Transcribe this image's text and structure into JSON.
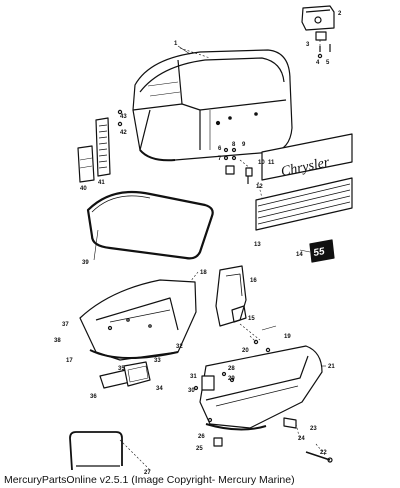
{
  "caption": "MercuryPartsOnline v2.5.1 (Image Copyright- Mercury Marine)",
  "brand_text": "Chrysler",
  "hp_badge": "55",
  "callouts": {
    "p1": "1",
    "p2": "2",
    "p3": "3",
    "p4": "4",
    "p5": "5",
    "p6": "6",
    "p7": "7",
    "p8": "8",
    "p9": "9",
    "p10": "10",
    "p11": "11",
    "p12": "12",
    "p13": "13",
    "p14": "14",
    "p15": "15",
    "p16": "16",
    "p17": "17",
    "p18": "18",
    "p19": "19",
    "p20": "20",
    "p21": "21",
    "p22": "22",
    "p23": "23",
    "p24": "24",
    "p25": "25",
    "p26": "26",
    "p27": "27",
    "p28": "28",
    "p29": "29",
    "p30": "30",
    "p31": "31",
    "p32": "32",
    "p33": "33",
    "p34": "34",
    "p35": "35",
    "p36": "36",
    "p37": "37",
    "p38": "38",
    "p39": "39",
    "p40": "40",
    "p41": "41",
    "p42": "42",
    "p43": "43"
  }
}
